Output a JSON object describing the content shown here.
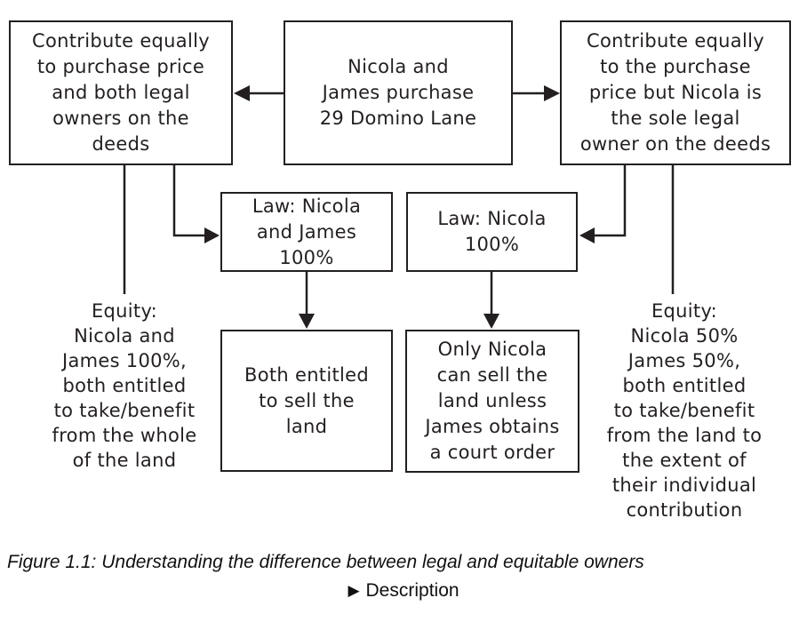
{
  "diagram": {
    "colors": {
      "ink": "#231f20",
      "background": "#ffffff"
    },
    "nodes": {
      "contribute_equal": {
        "text": "Contribute equally\nto purchase price\nand both legal\nowners on the\ndeeds"
      },
      "purchase": {
        "text": "Nicola and\nJames purchase\n29 Domino Lane"
      },
      "contribute_sole": {
        "text": "Contribute equally\nto the purchase\nprice but Nicola is\nthe sole legal\nowner on the deeds"
      },
      "law_both": {
        "text": "Law: Nicola\nand James\n100%"
      },
      "law_nicola": {
        "text": "Law: Nicola\n100%"
      },
      "both_sell": {
        "text": "Both entitled\nto sell the\nland"
      },
      "only_nicola": {
        "text": "Only Nicola\ncan sell the\nland unless\nJames obtains\na court order"
      },
      "equity_left": {
        "text": "Equity:\nNicola and\nJames 100%,\nboth entitled\nto take/benefit\nfrom the whole\nof the land"
      },
      "equity_right": {
        "text": "Equity:\nNicola 50%\nJames 50%,\nboth entitled\nto take/benefit\nfrom the land to\nthe extent of\ntheir individual\ncontribution"
      }
    }
  },
  "caption": {
    "text": "Figure 1.1: Understanding the difference between legal and equitable owners"
  },
  "description_toggle": {
    "icon": "▶",
    "label": "Description"
  }
}
